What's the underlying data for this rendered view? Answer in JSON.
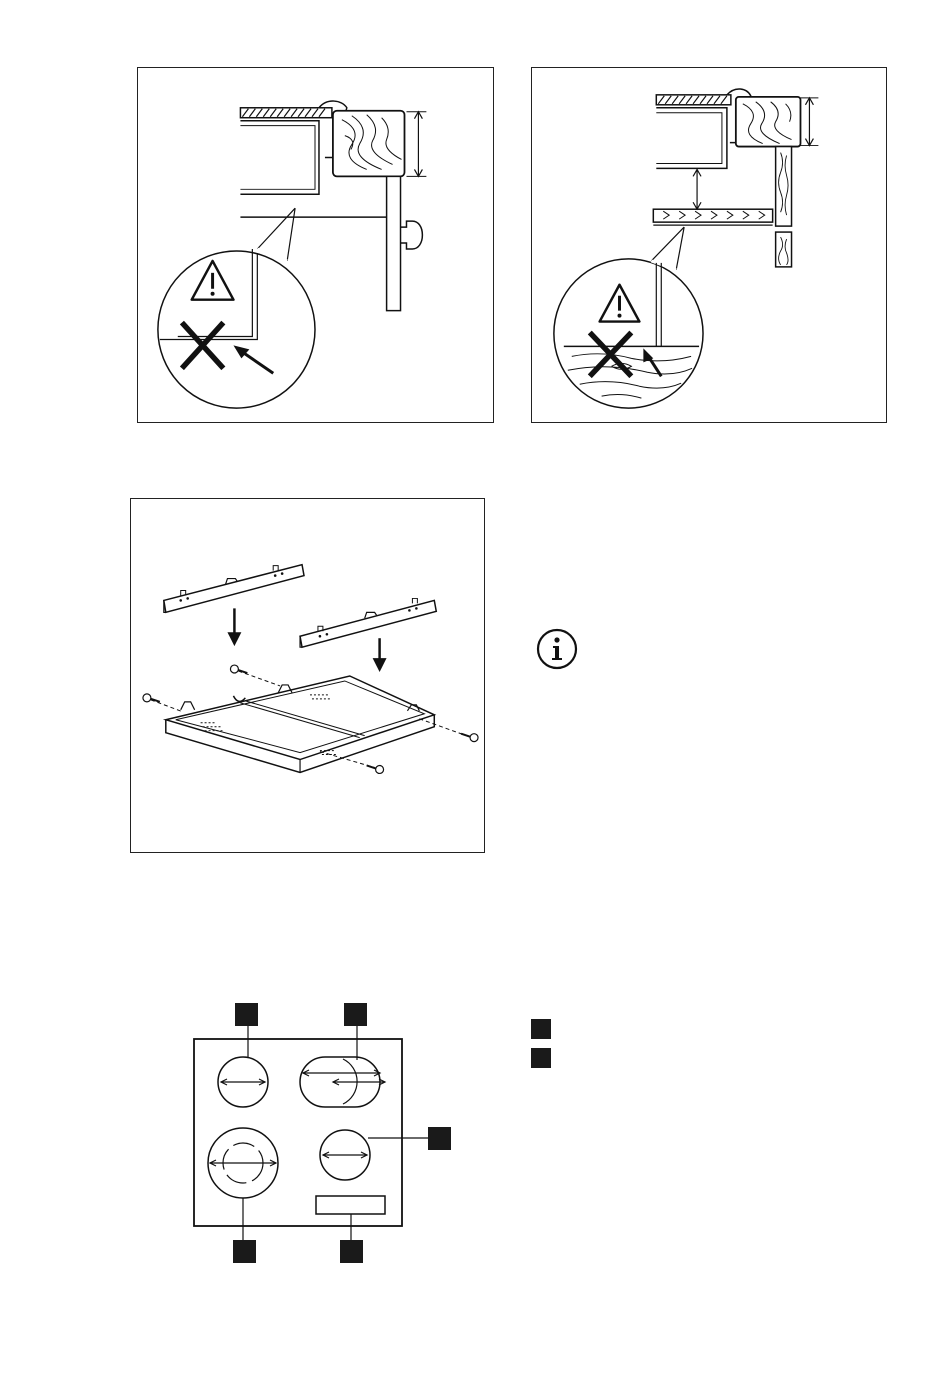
{
  "page": {
    "figures": [
      {
        "name": "installation-figure-top-left"
      },
      {
        "name": "installation-figure-top-right"
      },
      {
        "name": "protection-box-assembly-figure"
      },
      {
        "name": "cooking-zones-figure"
      }
    ],
    "info_icon": "info-icon",
    "warning_icon": "warning-triangle-icon",
    "prohibited_icon": "cross-mark-icon",
    "legend_markers": 2,
    "callout_markers": 5,
    "accent_color": "#1a1a1a"
  }
}
